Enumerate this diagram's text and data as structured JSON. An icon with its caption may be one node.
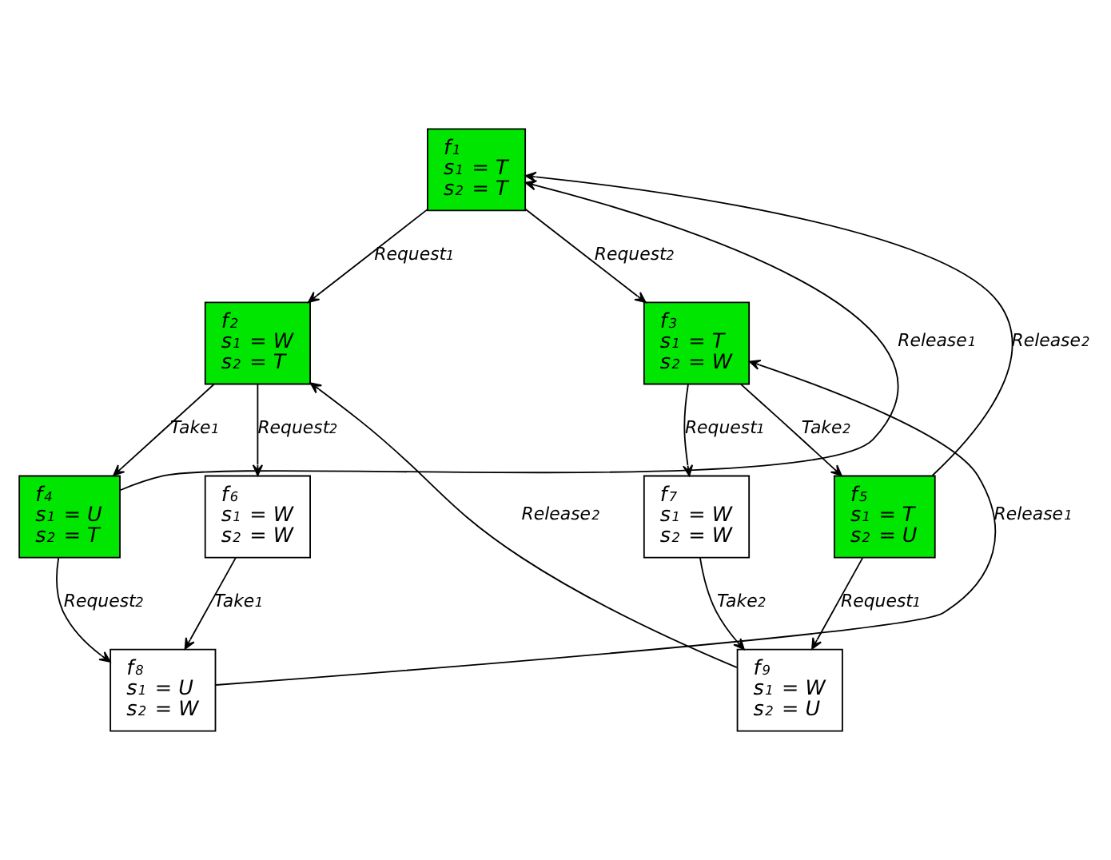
{
  "diagram": {
    "nodes": [
      {
        "text": [
          "f$_{1}$",
          "s$_{1}$ = T",
          "s$_{2}$ = T"
        ]
      },
      {
        "text": [
          "f$_{2}$",
          "s$_{1}$ = W",
          "s$_{2}$ = T"
        ]
      },
      {
        "text": [
          "f$_{3}$",
          "s$_{1}$ = T",
          "s$_{2}$ = W"
        ]
      },
      {
        "text": [
          "f$_{4}$",
          "s$_{1}$ = U",
          "s$_{2}$ = T"
        ]
      },
      {
        "text": [
          "f$_{6}$",
          "s$_{1}$ = W",
          "s$_{2}$ = W"
        ]
      },
      {
        "text": [
          "f$_{7}$",
          "s$_{1}$ = W",
          "s$_{2}$ = W"
        ]
      },
      {
        "text": [
          "f$_{5}$",
          "s$_{1}$ = T",
          "s$_{2}$ = U"
        ]
      },
      {
        "text": [
          "f$_{8}$",
          "s$_{1}$ = U",
          "s$_{2}$ = W"
        ]
      },
      {
        "text": [
          "f$_{9}$",
          "s$_{1}$ = W",
          "s$_{2}$ = U"
        ]
      }
    ],
    "edges": [
      {
        "from": 0,
        "to": 1,
        "arrow": "to",
        "label": "Request$_{1}$"
      },
      {
        "from": 0,
        "to": 2,
        "arrow": "to",
        "label": "Request$_{2}$"
      },
      {
        "from": 1,
        "to": 3,
        "arrow": "to",
        "label": "Take$_{1}$"
      },
      {
        "from": 1,
        "to": 4,
        "arrow": "to",
        "label": "Request$_{2}$"
      },
      {
        "from": 2,
        "to": 5,
        "arrow": "to",
        "label": "Request$_{1}$"
      },
      {
        "from": 2,
        "to": 6,
        "arrow": "to",
        "label": "Take$_{2}$"
      },
      {
        "from": 3,
        "to": 0,
        "arrow": "to",
        "label": "Release$_{1}$"
      },
      {
        "from": 6,
        "to": 0,
        "arrow": "to",
        "label": "Release$_{2}$"
      },
      {
        "from": 3,
        "to": 7,
        "arrow": "to",
        "label": "Request$_{2}$"
      },
      {
        "from": 4,
        "to": 7,
        "arrow": "to",
        "label": "Take$_{1}$"
      },
      {
        "from": 7,
        "to": 2,
        "arrow": "to",
        "label": "Release$_{1}$"
      },
      {
        "from": 8,
        "to": 1,
        "arrow": "to",
        "label": "Release$_{2}$"
      },
      {
        "from": 5,
        "to": 8,
        "arrow": "to",
        "label": "Take$_{2}$"
      },
      {
        "from": 6,
        "to": 8,
        "arrow": "to",
        "label": "Request$_{1}$"
      }
    ]
  }
}
